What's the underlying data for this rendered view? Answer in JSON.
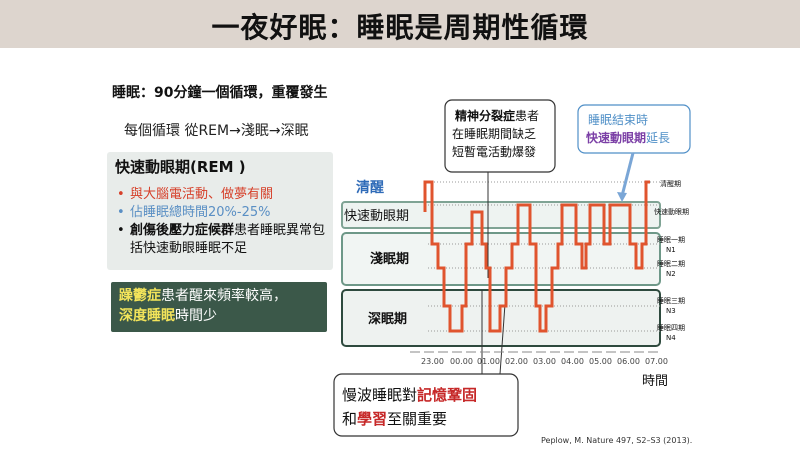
{
  "title": "一夜好眠：睡眠是周期性循環",
  "subtitle": "睡眠：90分鐘一個循環，重覆發生",
  "cycle_line": "每個循環 從REM→淺眠→深眠",
  "rem_box": {
    "title": "快速動眼期(REM )",
    "items": [
      {
        "text": "與大腦電活動、做夢有關",
        "color": "#d6402a"
      },
      {
        "text": "佔睡眠總時間20%-25%",
        "color": "#5a8fc4"
      },
      {
        "bold": "創傷後壓力症候群",
        "rest": "患者睡眠異常包括快速動眼睡眠不足",
        "color": "#111111"
      }
    ]
  },
  "depression_box": {
    "bold": "躁鬱症",
    "line1_rest": "患者醒來頻率較高，",
    "bold2": "深度睡眠",
    "line2_rest": "時間少"
  },
  "callout_schizo": {
    "line1_bold": "精神分裂症",
    "line1_rest": "患者",
    "line2": "在睡眠期間缺乏",
    "line3": "短暫電活動爆發"
  },
  "callout_end": {
    "line1": "睡眠結束時",
    "line2_bold": "快速動眼期",
    "line2_rest": "延長"
  },
  "callout_slow": {
    "line1_pre": "慢波睡眠對",
    "line1_bold": "記憶鞏固",
    "line2_pre": "和",
    "line2_bold": "學習",
    "line2_rest": "至關重要"
  },
  "chart": {
    "stage_labels": {
      "wake": "清醒",
      "rem": "快速動眼期",
      "light": "淺眠期",
      "deep": "深眠期"
    },
    "right_labels": {
      "wake": "清醒期",
      "rem": "快速動眼期",
      "n1_a": "睡眠一期",
      "n1_b": "N1",
      "n2_a": "睡眠二期",
      "n2_b": "N2",
      "n3_a": "睡眠三期",
      "n3_b": "N3",
      "n4_a": "睡眠四期",
      "n4_b": "N4"
    },
    "time_ticks": [
      "23.00",
      "00.00",
      "01.00",
      "02.00",
      "03.00",
      "04.00",
      "05.00",
      "06.00",
      "07.00"
    ],
    "x_axis_label": "時間"
  },
  "citation": "Peplow, M. Nature 497, S2–S3 (2013).",
  "colors": {
    "hypnogram": "#e0542e",
    "titlebar": "#ddd5ce",
    "box_border": "#5b8a7a",
    "dark_box": "#3b5849",
    "wake_label": "#2f6bb8",
    "purple": "#7b3fa6"
  }
}
